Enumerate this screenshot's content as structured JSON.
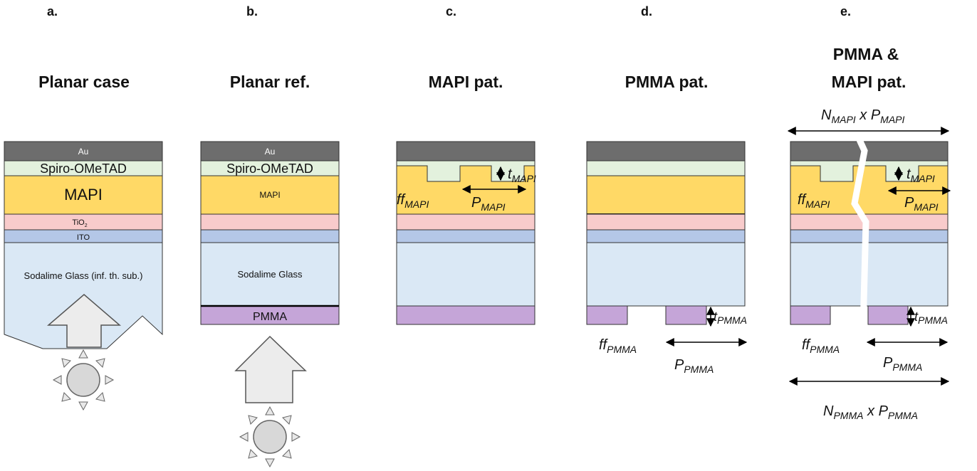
{
  "panels": {
    "a": {
      "letter": "a.",
      "title": "Planar case",
      "layers": {
        "au": "Au",
        "spiro": "Spiro-OMeTAD",
        "mapi": "MAPI",
        "tio2": "TiO",
        "tio2_sub": "2",
        "ito": "ITO",
        "glass": "Sodalime Glass (inf. th. sub.)"
      }
    },
    "b": {
      "letter": "b.",
      "title": "Planar ref.",
      "layers": {
        "au": "Au",
        "spiro": "Spiro-OMeTAD",
        "mapi": "MAPI",
        "glass": "Sodalime Glass",
        "pmma": "PMMA"
      }
    },
    "c": {
      "letter": "c.",
      "title": "MAPI pat.",
      "t_main": "t",
      "t_sub": "MAPI",
      "ff_main": "ff",
      "ff_sub": "MAPI",
      "p_main": "P",
      "p_sub": "MAPI"
    },
    "d": {
      "letter": "d.",
      "title": "PMMA pat.",
      "t_main": "t",
      "t_sub": "PMMA",
      "ff_main": "ff",
      "ff_sub": "PMMA",
      "p_main": "P",
      "p_sub": "PMMA"
    },
    "e": {
      "letter": "e.",
      "title_line1": "PMMA &",
      "title_line2": "MAPI pat.",
      "n_top_main": "N",
      "n_top_sub": "MAPI",
      "n_top_x": " x ",
      "n_top_p": "P",
      "n_top_psub": "MAPI",
      "t_mapi_main": "t",
      "t_mapi_sub": "MAPI",
      "ff_mapi_main": "ff",
      "ff_mapi_sub": "MAPI",
      "p_mapi_main": "P",
      "p_mapi_sub": "MAPI",
      "t_pmma_main": "t",
      "t_pmma_sub": "PMMA",
      "ff_pmma_main": "ff",
      "ff_pmma_sub": "PMMA",
      "p_pmma_main": "P",
      "p_pmma_sub": "PMMA",
      "n_bot_main": "N",
      "n_bot_sub": "PMMA",
      "n_bot_x": " x ",
      "n_bot_p": "P",
      "n_bot_psub": "PMMA"
    }
  },
  "colors": {
    "au": "#6d6d6d",
    "spiro": "#e3f1dd",
    "mapi": "#ffd966",
    "tio2": "#f8cbcb",
    "ito": "#b4c7e7",
    "glass": "#dae8f5",
    "pmma": "#c5a5d8",
    "arrow": "#ececec"
  }
}
